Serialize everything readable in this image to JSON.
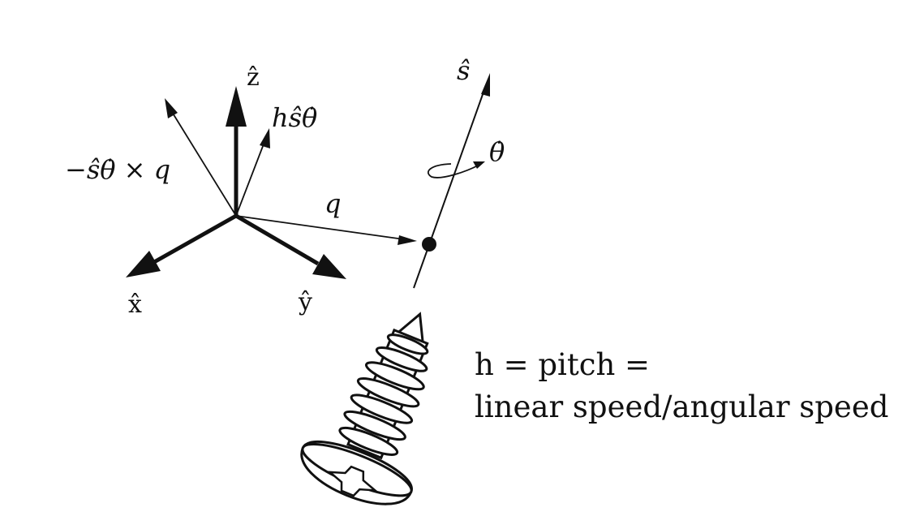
{
  "labels": {
    "z_hat": "ẑ",
    "x_hat": "x̂",
    "y_hat": "ŷ",
    "s_hat": "ŝ",
    "theta_dot": "θ̇",
    "q": "q",
    "neg_cross": "−ŝθ̇ × q",
    "h_s_theta": "hŝθ̇"
  },
  "caption": {
    "line1": "h = pitch =",
    "line2": "linear speed/angular speed"
  },
  "icons": [
    "screw-icon"
  ],
  "colors": {
    "ink": "#111111",
    "background": "#ffffff"
  }
}
